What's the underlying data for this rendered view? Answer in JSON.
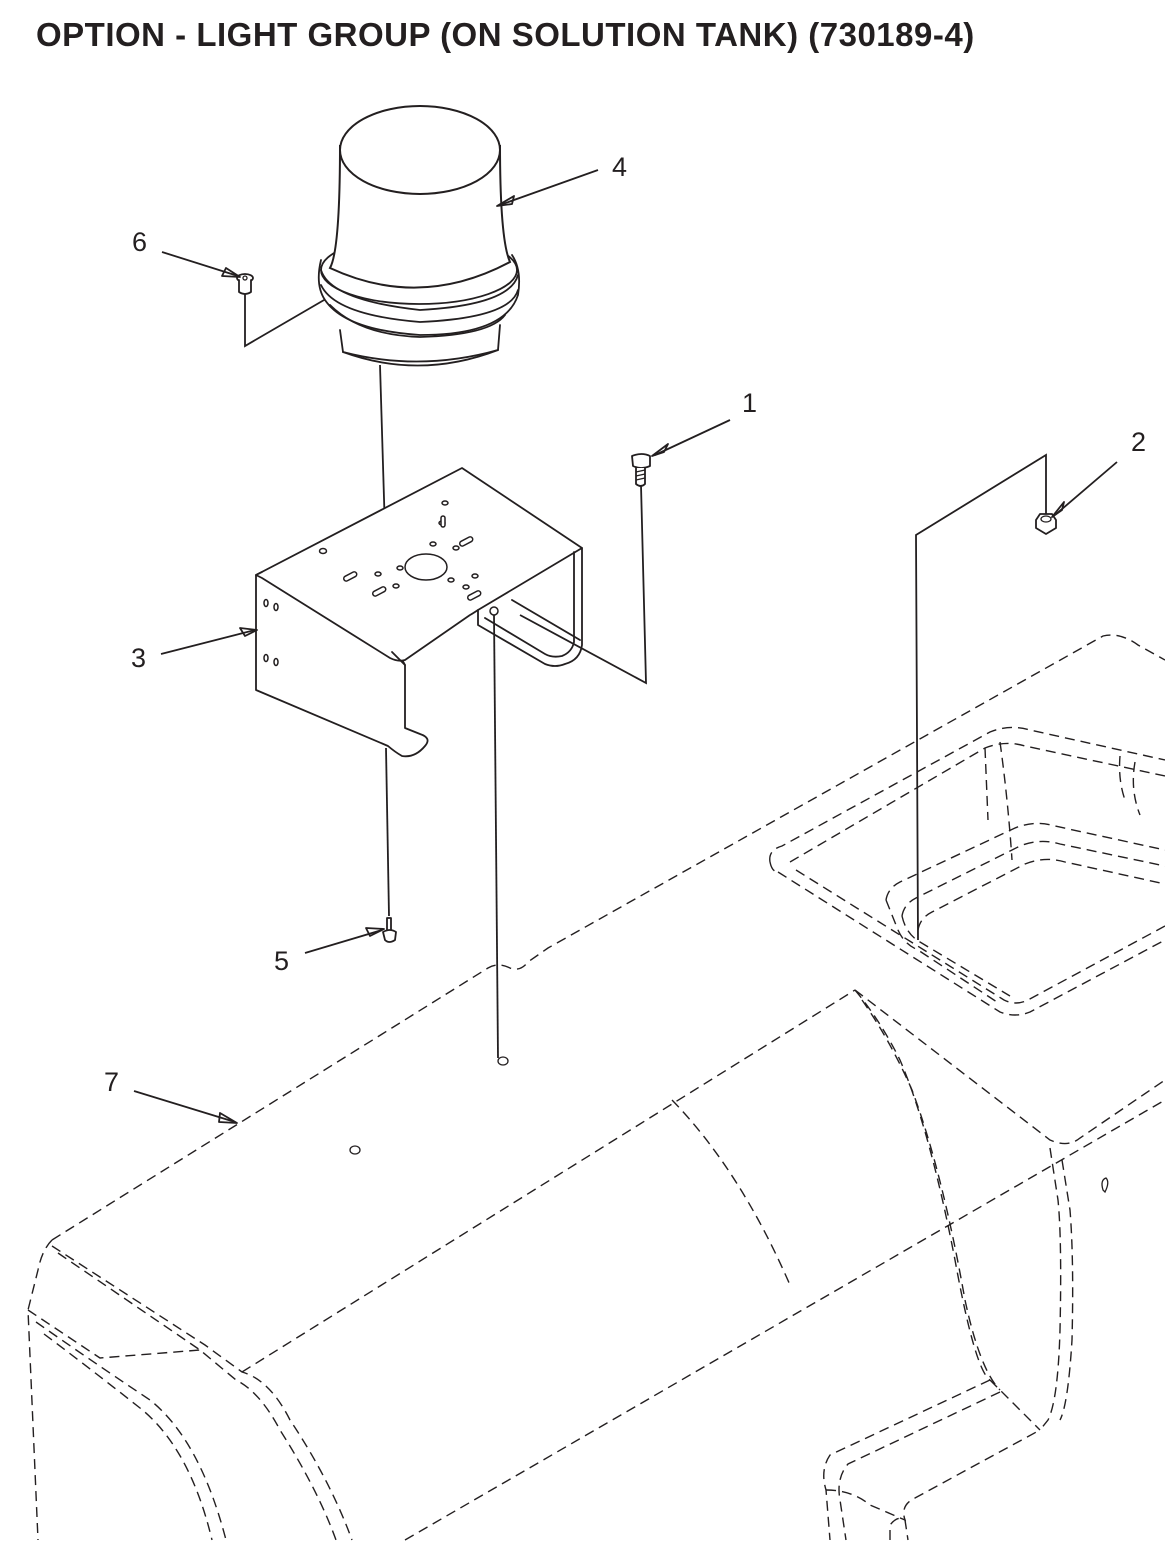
{
  "title": "OPTION - LIGHT GROUP (ON SOLUTION TANK) (730189-4)",
  "callouts": [
    {
      "id": "callout-1",
      "label": "1",
      "part": "screw"
    },
    {
      "id": "callout-2",
      "label": "2",
      "part": "nut"
    },
    {
      "id": "callout-3",
      "label": "3",
      "part": "mounting-bracket"
    },
    {
      "id": "callout-4",
      "label": "4",
      "part": "beacon-light"
    },
    {
      "id": "callout-5",
      "label": "5",
      "part": "screw"
    },
    {
      "id": "callout-6",
      "label": "6",
      "part": "screw"
    },
    {
      "id": "callout-7",
      "label": "7",
      "part": "solution-tank"
    }
  ],
  "colors": {
    "line": "#231f20",
    "background": "#ffffff"
  }
}
